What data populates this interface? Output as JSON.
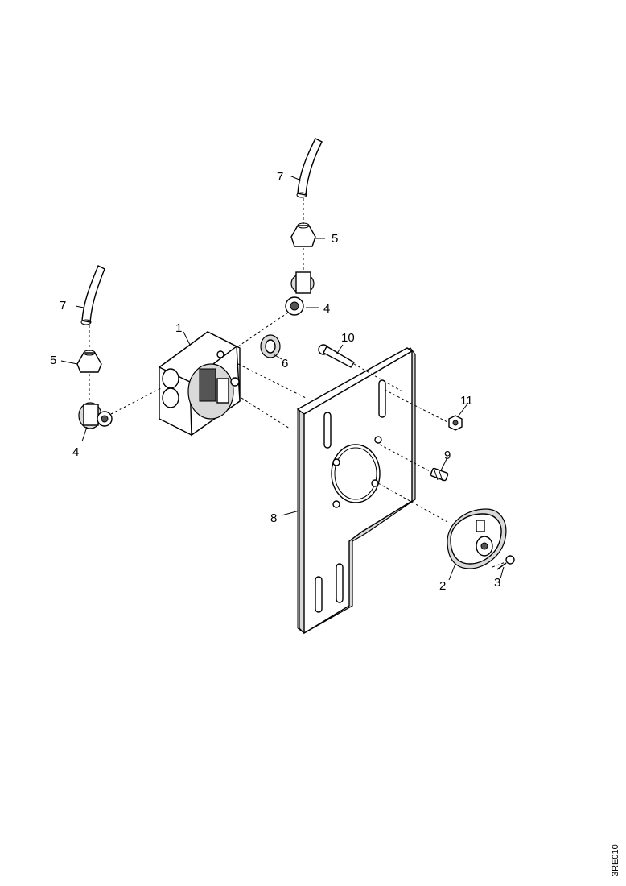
{
  "callouts": {
    "c1": "1",
    "c2": "2",
    "c3": "3",
    "c4a": "4",
    "c4b": "4",
    "c5a": "5",
    "c5b": "5",
    "c6": "6",
    "c7a": "7",
    "c7b": "7",
    "c8": "8",
    "c9": "9",
    "c10": "10",
    "c11": "11"
  },
  "drawing_code": "3RE010"
}
